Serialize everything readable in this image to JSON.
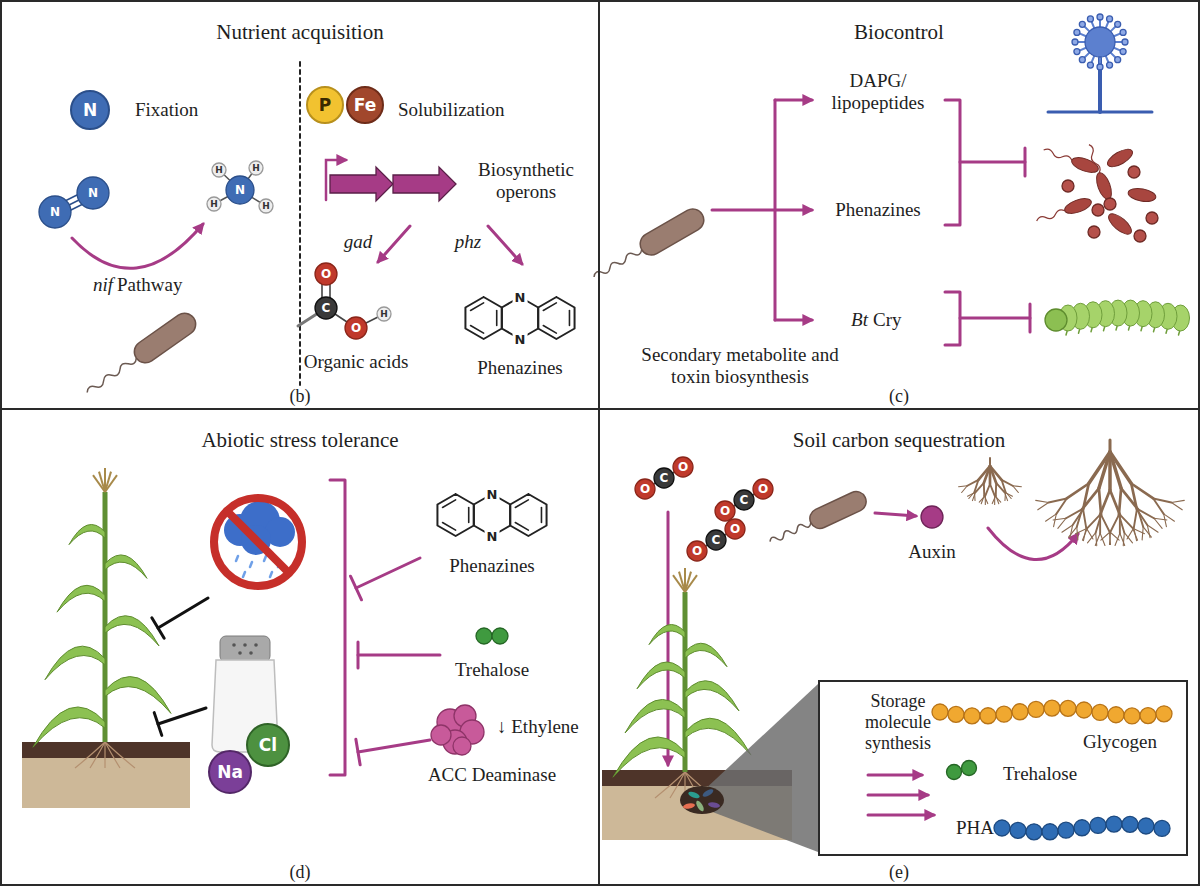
{
  "diagram": {
    "nodes": [
      {
        "text": [
          "Nutrient acquisition",
          "(b)"
        ]
      },
      {
        "text": [
          "N"
        ],
        "in": 0
      },
      {
        "text": [
          "P"
        ],
        "in": 0
      },
      {
        "text": [
          "Fe"
        ],
        "in": 0
      },
      {
        "text": [
          "Biocontrol",
          "(c)"
        ]
      },
      {
        "text": [
          "Abiotic stress tolerance",
          "(d)"
        ]
      },
      {
        "text": [
          "Na"
        ],
        "in": 5
      },
      {
        "text": [
          "Cl"
        ],
        "in": 5
      },
      {
        "text": [
          "Soil carbon sequestration",
          "(e)"
        ]
      },
      {
        "text": [
          "Storage molecule synthesis",
          "Glycogen",
          "Trehalose",
          "PHA"
        ],
        "in": 8
      }
    ],
    "labels": [
      "N",
      "N",
      "H",
      "H",
      "N",
      "H",
      "H",
      "Fixation",
      "nif",
      "Pathway",
      "Solubilization",
      "Biosynthetic operons",
      "gad",
      "phz",
      "O",
      "C",
      "O",
      "H",
      "Organic acids",
      "N",
      "N",
      "Phenazines",
      "DAPG/ lipopeptides",
      "Phenazines",
      "Bt",
      "Cry",
      "Secondary metabolite and toxin biosynthesis",
      "N",
      "N",
      "Phenazines",
      "Trehalose",
      "↓ Ethylene",
      "ACC Deaminase",
      "O",
      "C",
      "O",
      "O",
      "C",
      "O",
      "O",
      "C",
      "O",
      "Auxin"
    ]
  }
}
